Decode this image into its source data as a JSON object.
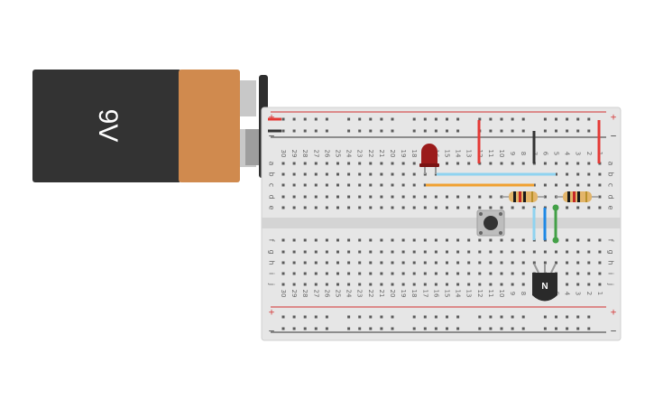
{
  "battery": {
    "label": "9V",
    "body_color": "#333333",
    "cap_color": "#d08a4e",
    "terminal_color": "#bdbdbd"
  },
  "breadboard": {
    "columns": [
      "30",
      "29",
      "28",
      "27",
      "26",
      "25",
      "24",
      "23",
      "22",
      "21",
      "20",
      "19",
      "18",
      "17",
      "16",
      "15",
      "14",
      "13",
      "12",
      "11",
      "10",
      "9",
      "8",
      "7",
      "6",
      "5",
      "4",
      "3",
      "2",
      "1"
    ],
    "rows_top": [
      "a",
      "b",
      "c",
      "d",
      "e"
    ],
    "rows_bottom": [
      "f",
      "g",
      "h",
      "i",
      "j"
    ],
    "rail_plus": "+",
    "rail_minus": "−",
    "board_color": "#e6e6e6",
    "rail_red": "#d32f2f",
    "rail_black": "#333333"
  },
  "components": {
    "transistor_label": "N",
    "led_color": "#9b1b1b",
    "button_color": "#333333",
    "wire_colors": {
      "red": "#e53935",
      "black": "#333333",
      "light_blue": "#8fd3f0",
      "blue": "#1e88e5",
      "orange": "#f0a030",
      "green": "#43a047"
    }
  }
}
